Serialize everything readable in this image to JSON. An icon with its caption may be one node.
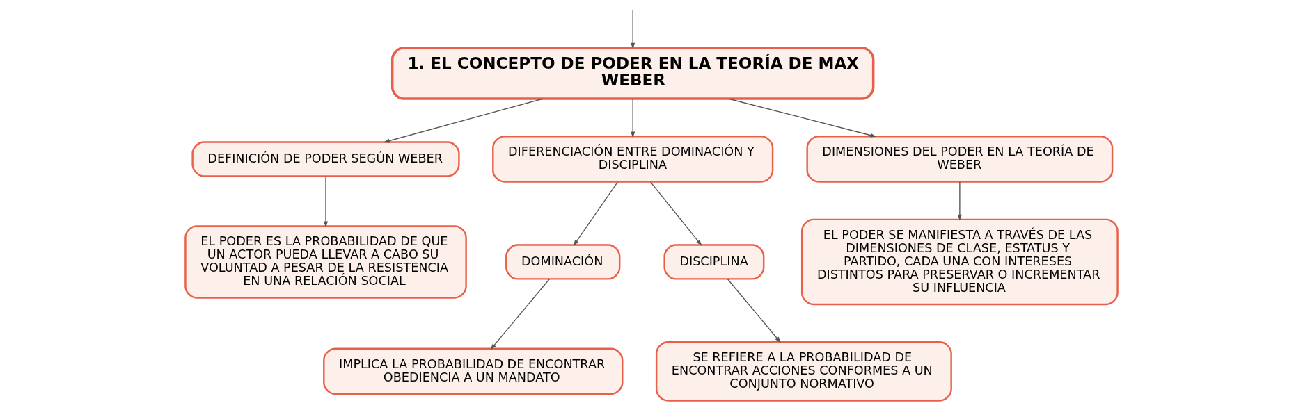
{
  "diagram": {
    "nodes": [
      {
        "text": [
          "1. EL CONCEPTO DE PODER EN LA TEORÍA DE MAX WEBER"
        ]
      },
      {
        "text": [
          "DEFINICIÓN DE PODER SEGÚN WEBER"
        ]
      },
      {
        "text": [
          "DIFERENCIACIÓN ENTRE DOMINACIÓN Y DISCIPLINA"
        ]
      },
      {
        "text": [
          "DIMENSIONES DEL PODER EN LA TEORÍA DE WEBER"
        ]
      },
      {
        "text": [
          "EL PODER ES LA PROBABILIDAD DE QUE UN ACTOR PUEDA LLEVAR A CABO SU VOLUNTAD A PESAR DE LA RESISTENCIA EN UNA RELACIÓN SOCIAL"
        ]
      },
      {
        "text": [
          "DOMINACIÓN"
        ]
      },
      {
        "text": [
          "DISCIPLINA"
        ]
      },
      {
        "text": [
          "EL PODER SE MANIFIESTA A TRAVÉS DE LAS DIMENSIONES DE CLASE, ESTATUS Y PARTIDO, CADA UNA CON INTERESES DISTINTOS PARA PRESERVAR O INCREMENTAR SU INFLUENCIA"
        ]
      },
      {
        "text": [
          "IMPLICA LA PROBABILIDAD DE ENCONTRAR OBEDIENCIA A UN MANDATO"
        ]
      },
      {
        "text": [
          "SE REFIERE A LA PROBABILIDAD DE ENCONTRAR ACCIONES CONFORMES A UN CONJUNTO NORMATIVO"
        ]
      }
    ],
    "edges": [
      {
        "from": null,
        "to": 0,
        "arrow": "to"
      },
      {
        "from": 0,
        "to": 1,
        "arrow": "to"
      },
      {
        "from": 0,
        "to": 2,
        "arrow": "to"
      },
      {
        "from": 0,
        "to": 3,
        "arrow": "to"
      },
      {
        "from": 1,
        "to": 4,
        "arrow": "to"
      },
      {
        "from": 2,
        "to": 5,
        "arrow": "to"
      },
      {
        "from": 2,
        "to": 6,
        "arrow": "to"
      },
      {
        "from": 3,
        "to": 7,
        "arrow": "to"
      },
      {
        "from": 5,
        "to": 8,
        "arrow": "to"
      },
      {
        "from": 6,
        "to": 9,
        "arrow": "to"
      }
    ]
  }
}
